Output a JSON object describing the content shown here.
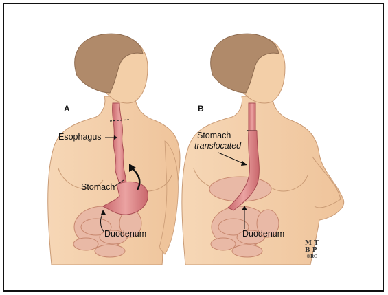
{
  "figure": {
    "panels": [
      {
        "letter": "A",
        "labels": {
          "esophagus": "Esophagus",
          "stomach": "Stomach",
          "duodenum": "Duodenum"
        }
      },
      {
        "letter": "B",
        "labels": {
          "stomach_line1": "Stomach",
          "stomach_line2": "translocated",
          "duodenum": "Duodenum"
        }
      }
    ],
    "logo": {
      "line1": "M T",
      "line2": "B P",
      "line3": "©RC"
    }
  },
  "colors": {
    "skin": "#f3cfa8",
    "skin_outline": "#c99a74",
    "hair": "#b08a6a",
    "organ": "#d87f82",
    "organ_dark": "#b65a60",
    "intestine": "#e9b9a6"
  }
}
